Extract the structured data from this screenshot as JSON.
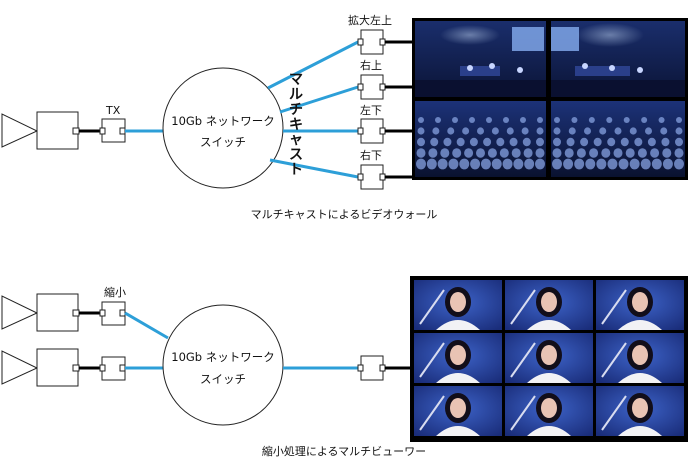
{
  "top": {
    "tx_label": "TX",
    "switch_line1": "10Gb ネットワーク",
    "switch_line2": "スイッチ",
    "multicast_vertical": "マルチキャスト",
    "receivers": [
      {
        "label": "拡大左上"
      },
      {
        "label": "右上"
      },
      {
        "label": "左下"
      },
      {
        "label": "右下"
      }
    ],
    "caption": "マルチキャストによるビデオウォール"
  },
  "bottom": {
    "encoder_label": "縮小",
    "switch_line1": "10Gb ネットワーク",
    "switch_line2": "スイッチ",
    "caption": "縮小処理によるマルチビューワー"
  },
  "colors": {
    "network_link": "#2d9fd8",
    "video_cable": "#000000",
    "stage_blue": "#1a2f6e",
    "portrait_blue": "#2a48a8"
  }
}
